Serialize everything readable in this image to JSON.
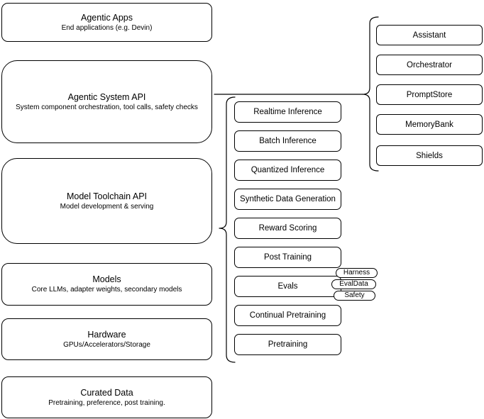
{
  "colors": {
    "stroke": "#000000",
    "background": "#ffffff",
    "text": "#000000"
  },
  "stack": [
    {
      "title": "Agentic Apps",
      "subtitle": "End applications (e.g. Devin)"
    },
    {
      "title": "Agentic System API",
      "subtitle": "System component orchestration, tool calls, safety checks"
    },
    {
      "title": "Model Toolchain API",
      "subtitle": "Model development & serving"
    },
    {
      "title": "Models",
      "subtitle": "Core LLMs, adapter weights, secondary models"
    },
    {
      "title": "Hardware",
      "subtitle": "GPUs/Accelerators/Storage"
    },
    {
      "title": "Curated Data",
      "subtitle": "Pretraining, preference, post training."
    }
  ],
  "toolchain": [
    {
      "label": "Realtime Inference"
    },
    {
      "label": "Batch Inference"
    },
    {
      "label": "Quantized Inference"
    },
    {
      "label": "Synthetic Data Generation"
    },
    {
      "label": "Reward Scoring"
    },
    {
      "label": "Post Training"
    },
    {
      "label": "Evals"
    },
    {
      "label": "Continual Pretraining"
    },
    {
      "label": "Pretraining"
    }
  ],
  "evals_tags": [
    {
      "label": "Harness"
    },
    {
      "label": "EvalData"
    },
    {
      "label": "Safety"
    }
  ],
  "system_components": [
    {
      "label": "Assistant"
    },
    {
      "label": "Orchestrator"
    },
    {
      "label": "PromptStore"
    },
    {
      "label": "MemoryBank"
    },
    {
      "label": "Shields"
    }
  ]
}
